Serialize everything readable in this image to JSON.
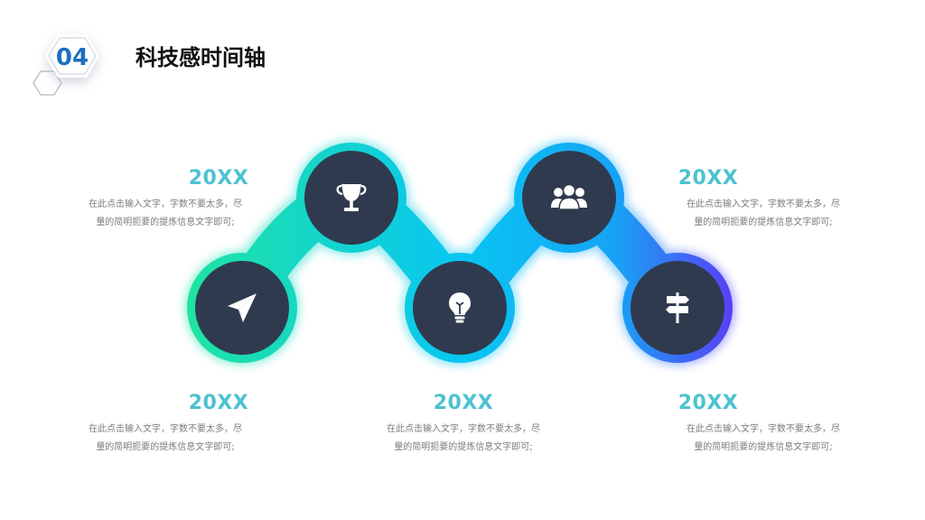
{
  "header": {
    "section_number": "04",
    "title": "科技感时间轴"
  },
  "colors": {
    "accent_teal": "#4dc2d0",
    "node_fill": "#2f3a4e",
    "gradient_start": "#20e3a2",
    "gradient_mid": "#08c6f2",
    "gradient_end": "#5b3cf6",
    "badge_number": "#1e6fc1"
  },
  "timeline": {
    "items": [
      {
        "year": "20XX",
        "description_line1": "在此点击输入文字，字数不要太多，尽",
        "description_line2": "量的简明扼要的提炼信息文字即可;",
        "icon": "paper-plane-icon"
      },
      {
        "year": "20XX",
        "description_line1": "在此点击输入文字，字数不要太多，尽",
        "description_line2": "量的简明扼要的提炼信息文字即可;",
        "icon": "trophy-icon"
      },
      {
        "year": "20XX",
        "description_line1": "在此点击输入文字，字数不要太多，尽",
        "description_line2": "量的简明扼要的提炼信息文字即可;",
        "icon": "lightbulb-icon"
      },
      {
        "year": "20XX",
        "description_line1": "在此点击输入文字，字数不要太多，尽",
        "description_line2": "量的简明扼要的提炼信息文字即可;",
        "icon": "team-icon"
      },
      {
        "year": "20XX",
        "description_line1": "在此点击输入文字，字数不要太多，尽",
        "description_line2": "量的简明扼要的提炼信息文字即可;",
        "icon": "signpost-icon"
      }
    ]
  }
}
